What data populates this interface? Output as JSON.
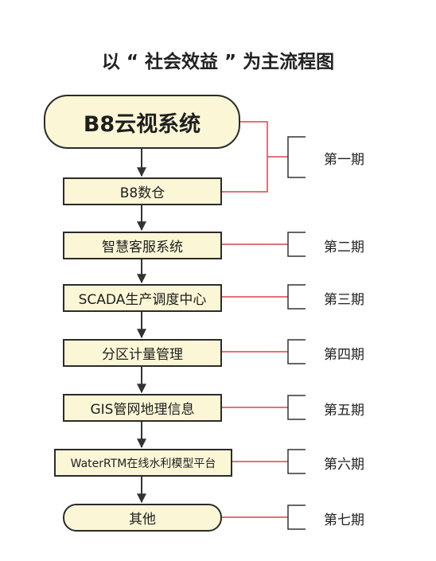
{
  "title": "以 “ 社会效益 ” 为主流程图",
  "main_node": "B8云视系统",
  "nodes": [
    "B8数仓",
    "智慧客服系统",
    "SCADA生产调度中心",
    "分区计量管理",
    "GIS管网地理信息",
    "WaterRTM在线水利模型平台",
    "其他"
  ],
  "phases": [
    "第一期",
    "第二期",
    "第三期",
    "第四期",
    "第五期",
    "第六期",
    "第七期"
  ],
  "colors": {
    "node_fill": "#fbf7d6",
    "node_border": "#2b2b2b",
    "connector_red": "#d9434e",
    "arrow": "#333333"
  }
}
